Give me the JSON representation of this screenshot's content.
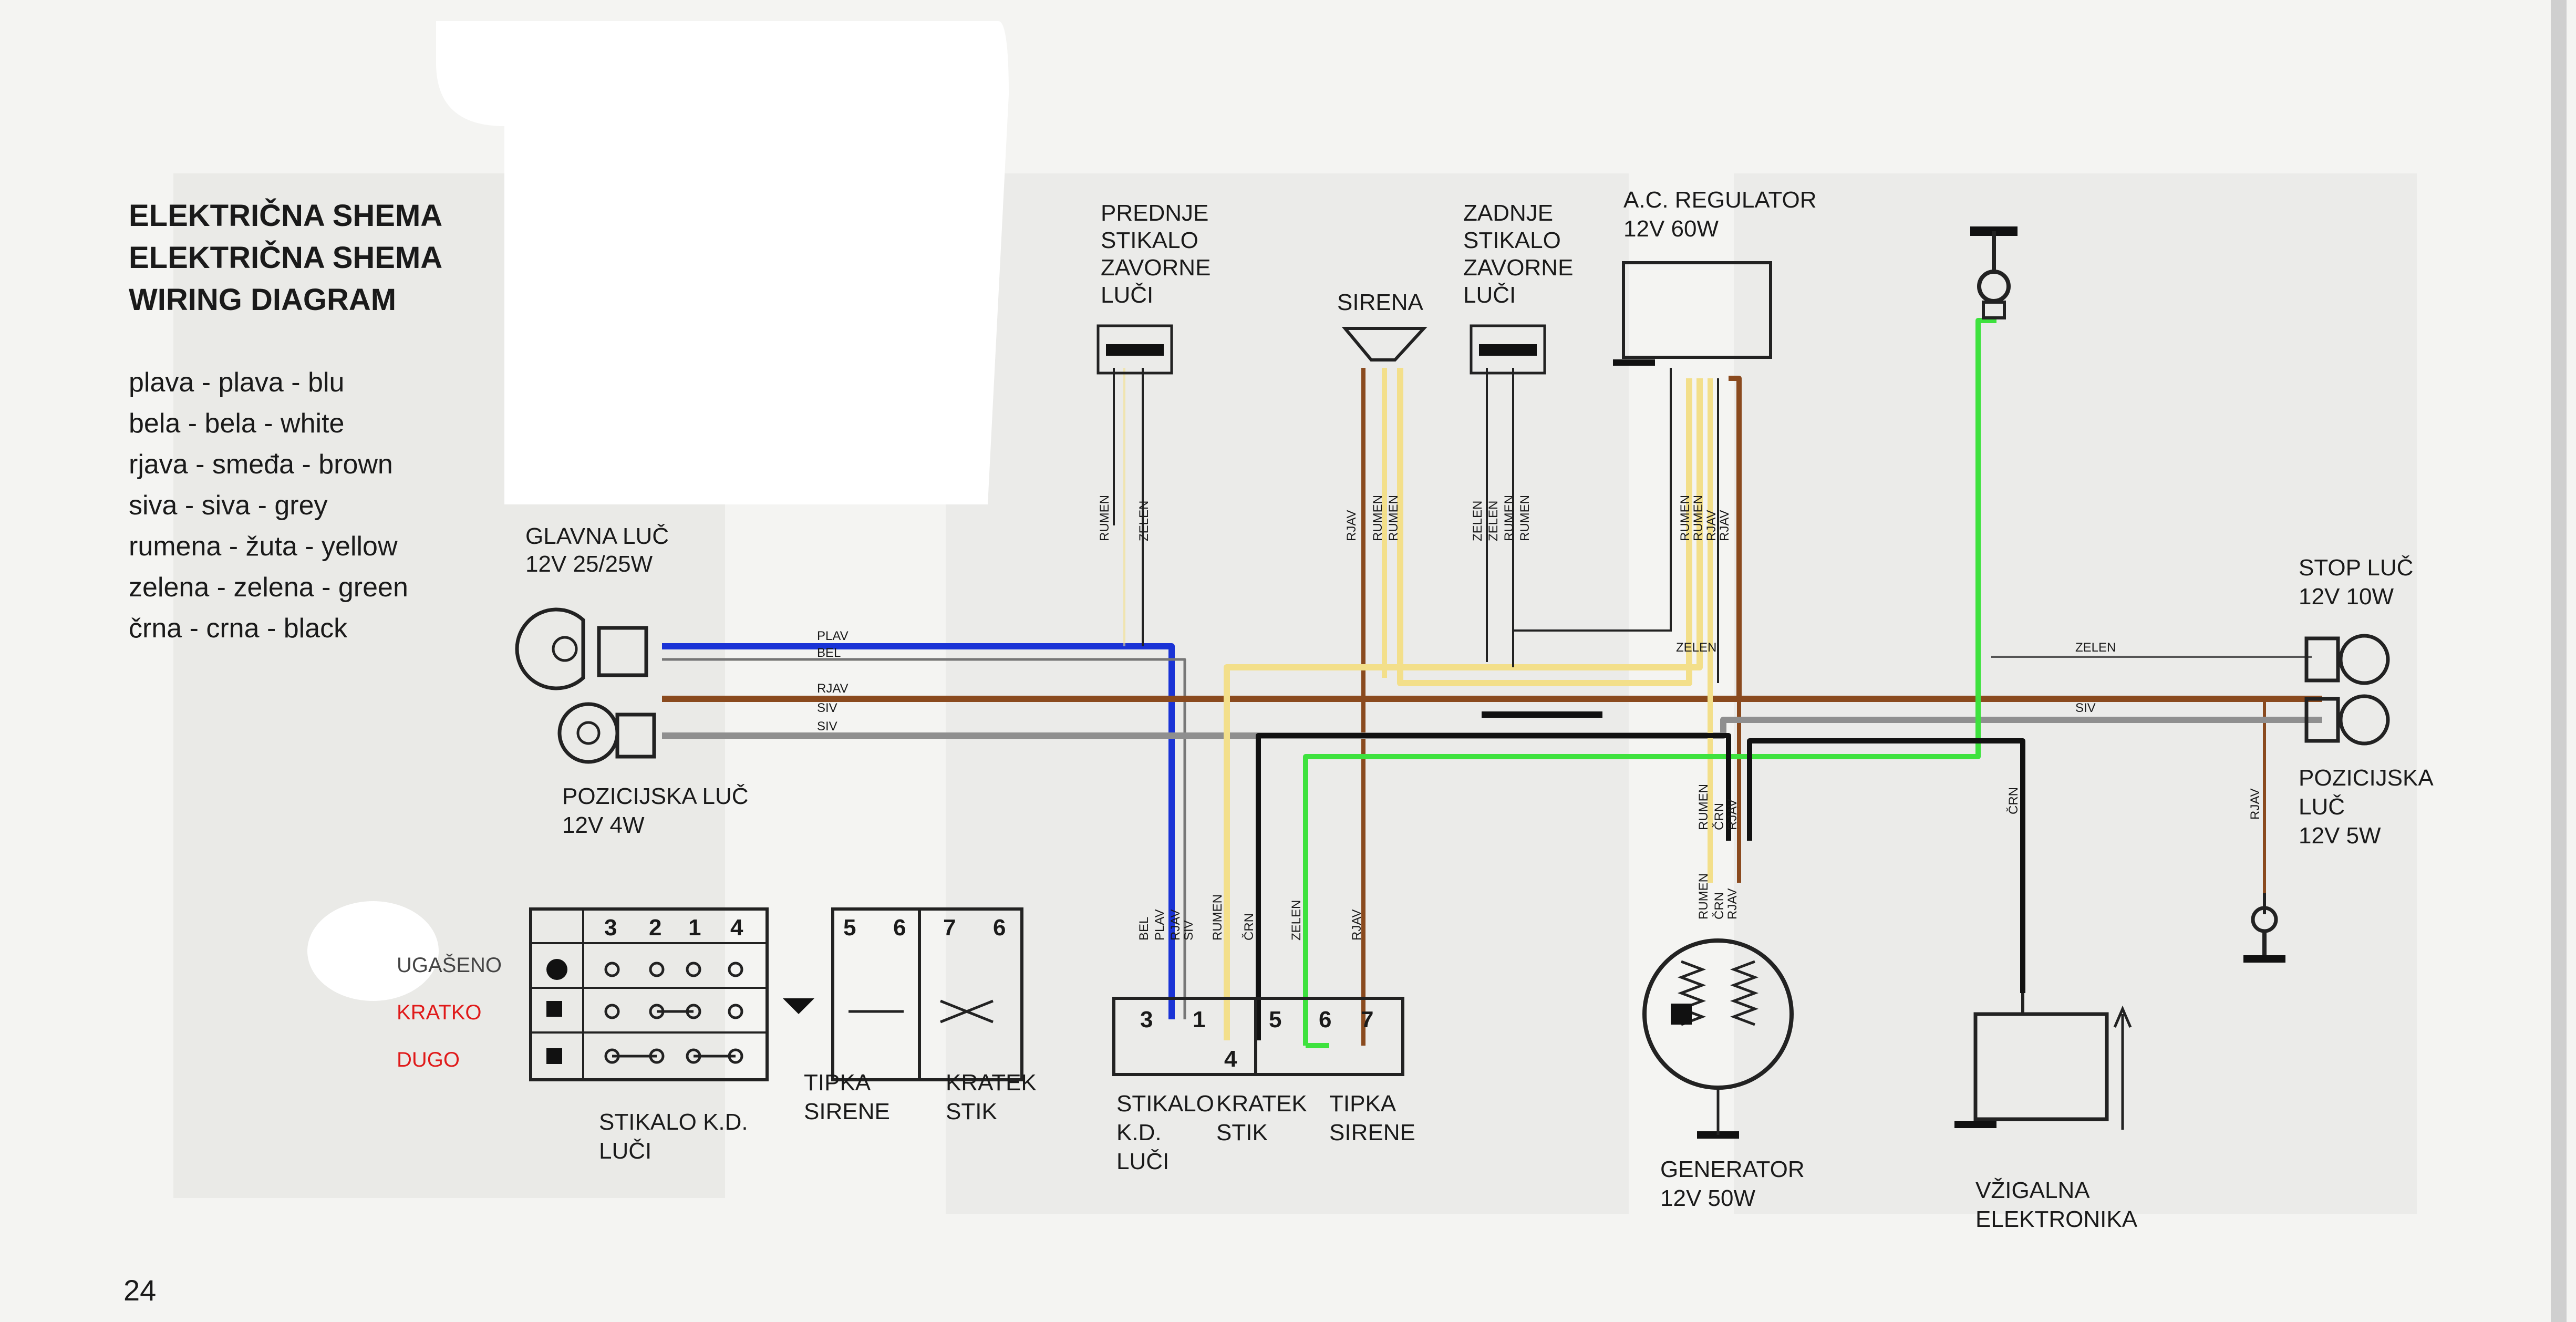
{
  "title_lines": [
    "ELEKTRIČNA SHEMA",
    "ELEKTRIČNA SHEMA",
    "WIRING DIAGRAM"
  ],
  "legend": [
    "plava - plava - blu",
    "bela - bela - white",
    "rjava - smeđa - brown",
    "siva - siva - grey",
    "rumena - žuta - yellow",
    "zelena - zelena - green",
    "črna - crna - black"
  ],
  "components": {
    "front_brake_switch": [
      "PREDNJE",
      "STIKALO",
      "ZAVORNE",
      "LUČI"
    ],
    "siren": [
      "SIRENA"
    ],
    "rear_brake_switch": [
      "ZADNJE",
      "STIKALO",
      "ZAVORNE",
      "LUČI"
    ],
    "regulator": [
      "A.C. REGULATOR",
      "12V 60W"
    ],
    "headlight": [
      "GLAVNA LUČ",
      "12V 25/25W"
    ],
    "position_light": [
      "POZICIJSKA LUČ",
      "12V 4W"
    ],
    "stop_light": [
      "STOP LUČ",
      "12V 10W"
    ],
    "rear_position_light": [
      "POZICIJSKA",
      "LUČ",
      "12V 5W"
    ],
    "light_switch": [
      "STIKALO K.D.",
      "LUČI"
    ],
    "horn_button": [
      "TIPKA",
      "SIRENE"
    ],
    "kill_switch": [
      "KRATEK",
      "STIK"
    ],
    "light_switch_2": [
      "STIKALO",
      "K.D.",
      "LUČI"
    ],
    "kill_switch_2": [
      "KRATEK",
      "STIK"
    ],
    "horn_button_2": [
      "TIPKA",
      "SIRENE"
    ],
    "generator": [
      "GENERATOR",
      "12V 50W"
    ],
    "ignition": [
      "VŽIGALNA",
      "ELEKTRONIKA"
    ]
  },
  "switch_states": [
    "UGAŠENO",
    "KRATKO",
    "DUGO"
  ],
  "switch_numbers": {
    "main_switch": [
      "3",
      "2",
      "1",
      "4"
    ],
    "horn": [
      "5",
      "6"
    ],
    "kill": [
      "7",
      "6"
    ],
    "connector_a": [
      "3",
      "4",
      "1"
    ],
    "connector_b": [
      "5",
      "6",
      "7"
    ]
  },
  "wire_labels": {
    "plav": "PLAV",
    "bel": "BEL",
    "rjav": "RJAV",
    "siv": "SIV",
    "rumen": "RUMEN",
    "zelen": "ZELEN",
    "crn": "ČRN"
  },
  "page_number": "24",
  "colors": {
    "blue": "#1a33d6",
    "brown": "#8a4a1e",
    "grey": "#8f8f8f",
    "yellow": "#f3df8a",
    "green": "#3ee23e",
    "black": "#111111",
    "red": "#e01a1a"
  }
}
